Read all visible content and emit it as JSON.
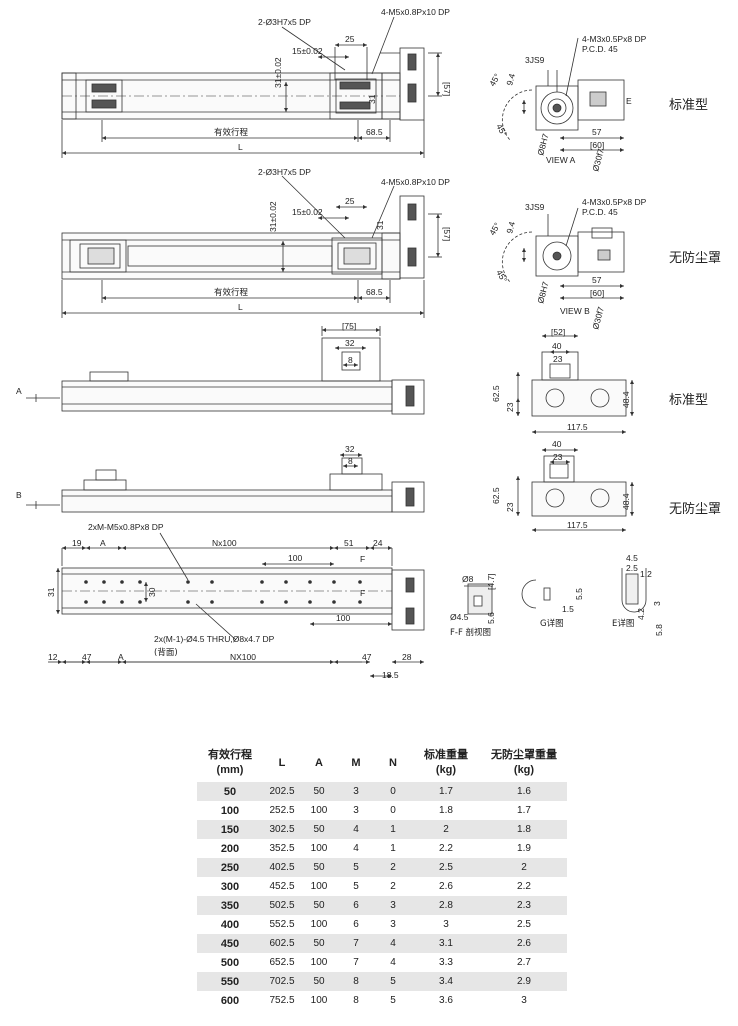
{
  "variant_labels": {
    "standard_1": "标准型",
    "no_cover_1": "无防尘罩",
    "standard_2": "标准型",
    "no_cover_2": "无防尘罩"
  },
  "top_view_std": {
    "holes_note": "2-Ø3H7x5 DP",
    "tap_note": "4-M5x0.8Px10 DP",
    "d_31": "31±0.02",
    "d_15": "15±0.02",
    "d_25": "25",
    "d_31b": "31",
    "d_57": "[57]",
    "stroke_label": "有效行程",
    "d_685": "68.5",
    "length_label": "L"
  },
  "top_view_nocover": {
    "holes_note": "2-Ø3H7x5 DP",
    "tap_note": "4-M5x0.8Px10 DP",
    "d_31": "31±0.02",
    "d_15": "15±0.02",
    "d_25": "25",
    "d_31b": "31",
    "d_57": "[57]",
    "stroke_label": "有效行程",
    "d_685": "68.5",
    "length_label": "L"
  },
  "end_view_a": {
    "js9": "3JS9",
    "tap_note": "4-M3x0.5Px8 DP",
    "pcd": "P.C.D. 45",
    "a45a": "45°",
    "d94": "9.4",
    "a45b": "45°",
    "h7": "Ø8H7",
    "d57": "57",
    "d60": "[60]",
    "e7": "Ø30f7",
    "e_mark": "E",
    "view": "VIEW A"
  },
  "end_view_b": {
    "js9": "3JS9",
    "tap_note": "4-M3x0.5Px8 DP",
    "pcd": "P.C.D. 45",
    "a45a": "45°",
    "d94": "9.4",
    "a45b": "45°",
    "h7": "Ø8H7",
    "d57": "57",
    "d60": "[60]",
    "e7": "Ø30f7",
    "view": "VIEW B"
  },
  "side_std": {
    "d75": "[75]",
    "d32": "32",
    "d8": "8",
    "arrow": "A"
  },
  "side_nocover": {
    "d32": "32",
    "d8": "8",
    "arrow": "B"
  },
  "front_std": {
    "d52": "[52]",
    "d40": "40",
    "d23": "23",
    "d625": "62.5",
    "d23b": "23",
    "d484": "48.4",
    "d1175": "117.5"
  },
  "front_nocover": {
    "d40": "40",
    "d23": "23",
    "d625": "62.5",
    "d23b": "23",
    "d484": "48.4",
    "d1175": "117.5"
  },
  "bottom_view": {
    "tap_note": "2xM-M5x0.8Px8 DP",
    "d19": "19",
    "a_top": "A",
    "nx100_top": "Nx100",
    "d51": "51",
    "d24": "24",
    "d100a": "100",
    "f_top": "F",
    "f_bot": "F",
    "d30": "30",
    "d31": "31",
    "d100b": "100",
    "thru_note": "2x(M-1)-Ø4.5 THRU,Ø8x4.7 DP",
    "back_note": "(背面)",
    "d12": "12",
    "d47a": "47",
    "a_bot": "A",
    "nx100_bot": "NX100",
    "d47b": "47",
    "d28": "28",
    "d185": "18.5"
  },
  "detail_ff": {
    "d8": "Ø8",
    "d47": "[4.7]",
    "d45": "Ø4.5",
    "d56": "5.6",
    "caption": "F-F 剖视图"
  },
  "detail_g": {
    "d55": "5.5",
    "d15": "1.5",
    "caption": "G详图"
  },
  "detail_e": {
    "d45": "4.5",
    "d25": "2.5",
    "d12": "1.2",
    "d42": "4.2",
    "d58": "5.8",
    "d3": "3",
    "caption": "E详图"
  },
  "spec_table": {
    "headers": [
      "有效行程\n(mm)",
      "L",
      "A",
      "M",
      "N",
      "标准重量\n(kg)",
      "无防尘罩重量\n(kg)"
    ],
    "rows": [
      [
        "50",
        "202.5",
        "50",
        "3",
        "0",
        "1.7",
        "1.6"
      ],
      [
        "100",
        "252.5",
        "100",
        "3",
        "0",
        "1.8",
        "1.7"
      ],
      [
        "150",
        "302.5",
        "50",
        "4",
        "1",
        "2",
        "1.8"
      ],
      [
        "200",
        "352.5",
        "100",
        "4",
        "1",
        "2.2",
        "1.9"
      ],
      [
        "250",
        "402.5",
        "50",
        "5",
        "2",
        "2.5",
        "2"
      ],
      [
        "300",
        "452.5",
        "100",
        "5",
        "2",
        "2.6",
        "2.2"
      ],
      [
        "350",
        "502.5",
        "50",
        "6",
        "3",
        "2.8",
        "2.3"
      ],
      [
        "400",
        "552.5",
        "100",
        "6",
        "3",
        "3",
        "2.5"
      ],
      [
        "450",
        "602.5",
        "50",
        "7",
        "4",
        "3.1",
        "2.6"
      ],
      [
        "500",
        "652.5",
        "100",
        "7",
        "4",
        "3.3",
        "2.7"
      ],
      [
        "550",
        "702.5",
        "50",
        "8",
        "5",
        "3.4",
        "2.9"
      ],
      [
        "600",
        "752.5",
        "100",
        "8",
        "5",
        "3.6",
        "3"
      ]
    ]
  }
}
